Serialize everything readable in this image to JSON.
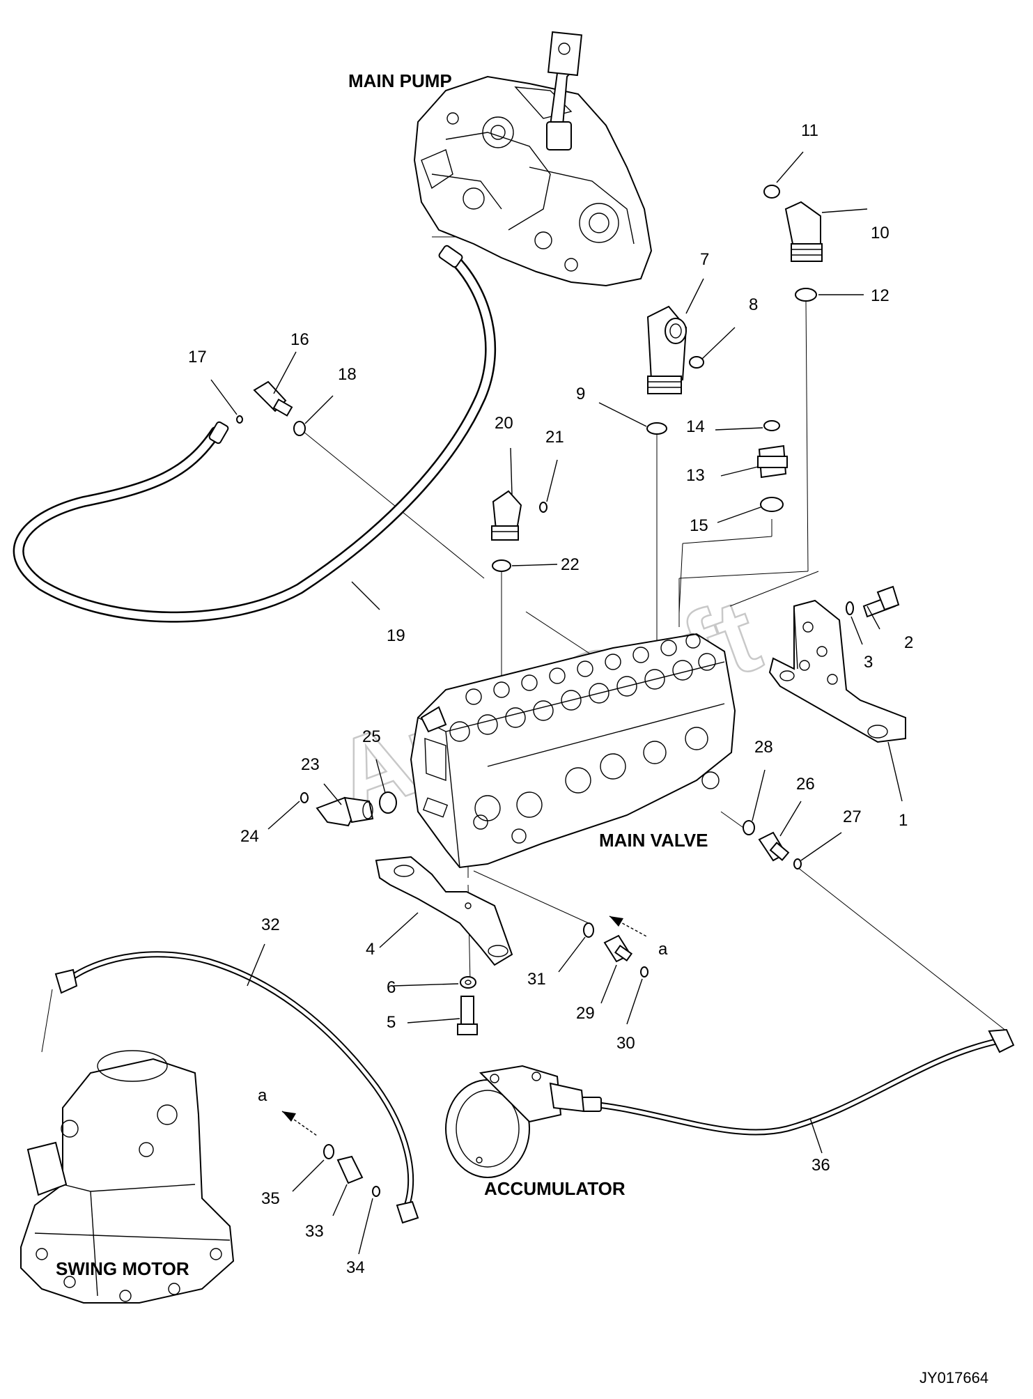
{
  "components": {
    "main_pump": "MAIN PUMP",
    "main_valve": "MAIN VALVE",
    "swing_motor": "SWING MOTOR",
    "accumulator": "ACCUMULATOR"
  },
  "watermark": "AutoSoft",
  "drawing_code": "JY017664",
  "part_numbers": [
    "1",
    "2",
    "3",
    "4",
    "5",
    "6",
    "7",
    "8",
    "9",
    "10",
    "11",
    "12",
    "13",
    "14",
    "15",
    "16",
    "17",
    "18",
    "19",
    "20",
    "21",
    "22",
    "23",
    "24",
    "25",
    "26",
    "27",
    "28",
    "29",
    "30",
    "31",
    "32",
    "33",
    "34",
    "35",
    "36"
  ],
  "view_markers": [
    "a",
    "a"
  ]
}
